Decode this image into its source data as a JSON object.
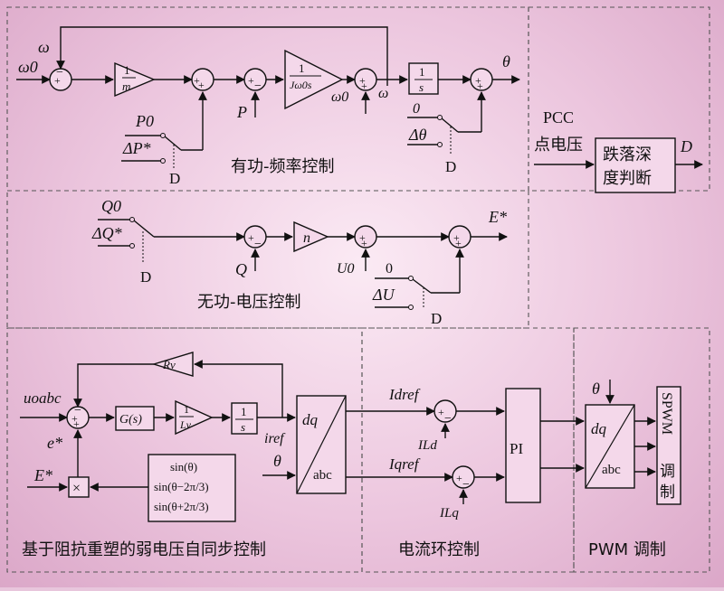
{
  "colors": {
    "background": "#ecc6de",
    "block_fill": "#f4d8ea",
    "line": "#111111",
    "region_border": "#555555"
  },
  "regions": {
    "active_power": "有功-频率控制",
    "reactive_power": "无功-电压控制",
    "drop_detect_label_1": "PCC",
    "drop_detect_label_2": "点电压",
    "drop_detect_block_1": "跌落深",
    "drop_detect_block_2": "度判断",
    "drop_detect_out": "D",
    "impedance": "基于阻抗重塑的弱电压自同步控制",
    "current_loop": "电流环控制",
    "pwm": "PWM 调制"
  },
  "active": {
    "omega0": "ω0",
    "omega_fb": "ω",
    "gain_m_num": "1",
    "gain_m_den": "m",
    "P0": "P0",
    "dP": "ΔP*",
    "P": "P",
    "gain_j_num": "1",
    "gain_j_den": "Jω0s",
    "omega0_2": "ω0",
    "omega_out": "ω",
    "int_num": "1",
    "int_den": "s",
    "theta": "θ",
    "zero": "0",
    "dtheta": "Δθ",
    "D1": "D",
    "D2": "D"
  },
  "reactive": {
    "Q0": "Q0",
    "dQ": "ΔQ*",
    "Q": "Q",
    "gain_n": "n",
    "U0": "U0",
    "zero": "0",
    "dU": "ΔU",
    "E": "E*",
    "D1": "D",
    "D2": "D"
  },
  "impedance": {
    "u_oabc": "uoabc",
    "Rv": "Rv",
    "Gs": "G(s)",
    "lv_num": "1",
    "lv_den": "Lv",
    "int_num": "1",
    "int_den": "s",
    "iref": "iref",
    "e_star": "e*",
    "E_star": "E*",
    "theta": "θ",
    "sin1": "sin(θ)",
    "sin2": "sin(θ−2π/3)",
    "sin3": "sin(θ+2π/3)",
    "mult": "×",
    "dq": "dq",
    "abc": "abc"
  },
  "current": {
    "Idref": "Idref",
    "Iqref": "Iqref",
    "ILd": "ILd",
    "ILq": "ILq",
    "pi": "PI"
  },
  "pwm": {
    "theta": "θ",
    "dq": "dq",
    "abc": "abc",
    "spwm_1": "SPWM",
    "spwm_2": "调",
    "spwm_3": "制"
  }
}
